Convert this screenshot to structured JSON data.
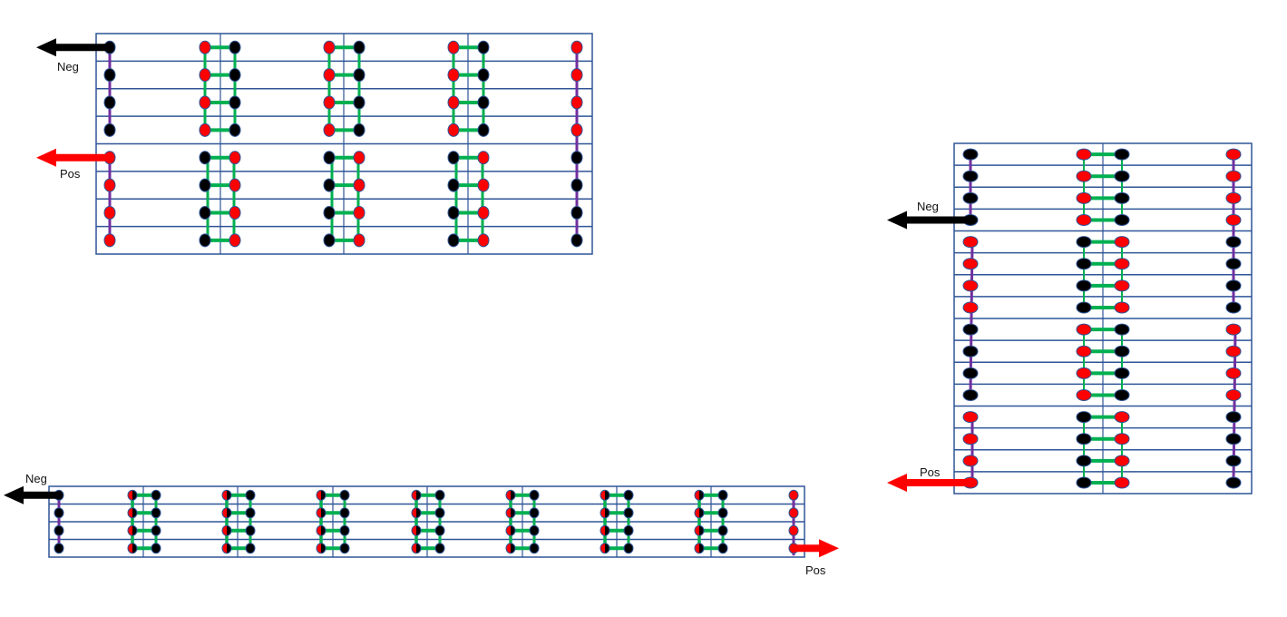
{
  "colors": {
    "frame": "#2f5597",
    "series_link": "#7030a0",
    "parallel_link": "#00b050",
    "neg_terminal": "#000000",
    "pos_terminal": "#ff0000",
    "cell_outline": "#2f5597"
  },
  "labels": {
    "neg": "Neg",
    "pos": "Pos"
  },
  "packs": [
    {
      "id": "pack-top-left",
      "description": "2 modules stacked, 4 cell-blocks per row, 4 cells per block",
      "modules": 2,
      "rows_per_module": 4,
      "terminals": {
        "neg": "left-top",
        "pos": "left-middle"
      }
    },
    {
      "id": "pack-right",
      "description": "4 modules stacked, 2 cell-blocks per row, 4 cells per block",
      "modules": 4,
      "rows_per_module": 4,
      "terminals": {
        "neg": "left",
        "pos": "left-bottom"
      }
    },
    {
      "id": "pack-bottom",
      "description": "1 module row, 8 cell-blocks, 4 cells per block",
      "modules": 1,
      "rows_per_module": 4,
      "terminals": {
        "neg": "left-top",
        "pos": "right-bottom"
      }
    }
  ]
}
